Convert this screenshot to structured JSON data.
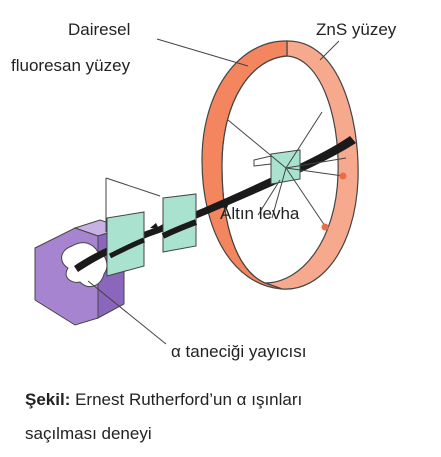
{
  "labels": {
    "dairesel_line1": "Dairesel",
    "dairesel_line2": "fluoresan yüzey",
    "zns": "ZnS yüzey",
    "altin": "Altın levha",
    "alpha_source": "α taneciği yayıcısı"
  },
  "caption": {
    "prefix": "Şekil:",
    "line1_rest": "Ernest Rutherford’un α ışınları",
    "line2": "saçılması deneyi"
  },
  "colors": {
    "ring_front": "#f3855f",
    "ring_back": "#f6a98d",
    "screen": "#a9e3cf",
    "source_box": "#a784cf",
    "beam": "#1a1a1a",
    "scatter_dot": "#ec6c45"
  }
}
